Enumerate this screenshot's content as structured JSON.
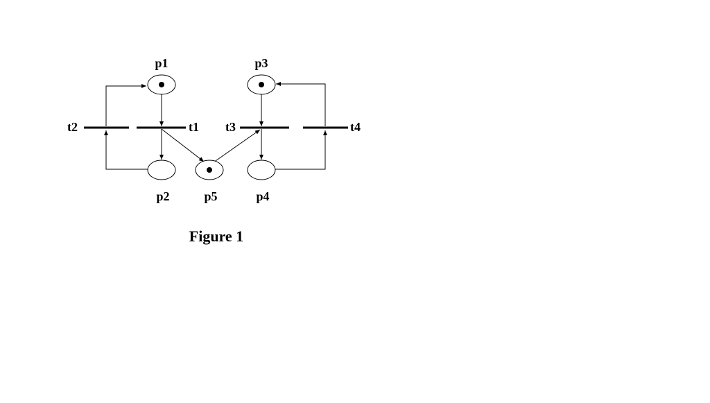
{
  "places": [
    {
      "id": "p1",
      "label": "p1",
      "tokens": 1
    },
    {
      "id": "p2",
      "label": "p2",
      "tokens": 0
    },
    {
      "id": "p3",
      "label": "p3",
      "tokens": 1
    },
    {
      "id": "p4",
      "label": "p4",
      "tokens": 0
    },
    {
      "id": "p5",
      "label": "p5",
      "tokens": 1
    }
  ],
  "transitions": [
    {
      "id": "t1",
      "label": "t1"
    },
    {
      "id": "t2",
      "label": "t2"
    },
    {
      "id": "t3",
      "label": "t3"
    },
    {
      "id": "t4",
      "label": "t4"
    }
  ],
  "arcs": [
    {
      "from": "p1",
      "to": "t1"
    },
    {
      "from": "t1",
      "to": "p2"
    },
    {
      "from": "t1",
      "to": "p5"
    },
    {
      "from": "p2",
      "to": "t2"
    },
    {
      "from": "t2",
      "to": "p1"
    },
    {
      "from": "p3",
      "to": "t3"
    },
    {
      "from": "p5",
      "to": "t3"
    },
    {
      "from": "t3",
      "to": "p4"
    },
    {
      "from": "p4",
      "to": "t4"
    },
    {
      "from": "t4",
      "to": "p3"
    }
  ],
  "caption": "Figure 1"
}
